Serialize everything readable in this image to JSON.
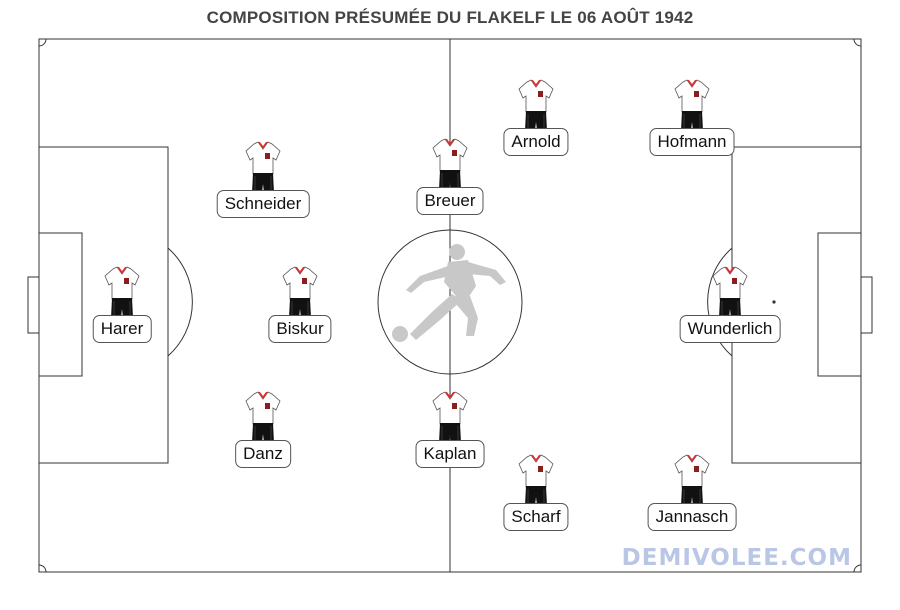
{
  "title": "COMPOSITION PRÉSUMÉE DU FLAKELF LE 06 AOÛT 1942",
  "watermark": "DEMIVOLEE.COM",
  "colors": {
    "lines": "#333333",
    "jersey_trim": "#e03030",
    "shorts": "#111111",
    "badge": "#8a1e1e",
    "silhouette": "#c8c8c8"
  },
  "players": [
    {
      "name": "Harer"
    },
    {
      "name": "Schneider"
    },
    {
      "name": "Biskur"
    },
    {
      "name": "Danz"
    },
    {
      "name": "Breuer"
    },
    {
      "name": "Kaplan"
    },
    {
      "name": "Arnold"
    },
    {
      "name": "Scharf"
    },
    {
      "name": "Hofmann"
    },
    {
      "name": "Wunderlich"
    },
    {
      "name": "Jannasch"
    }
  ]
}
